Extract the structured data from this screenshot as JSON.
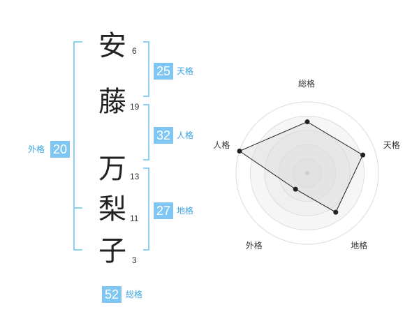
{
  "name": {
    "chars": [
      {
        "char": "安",
        "strokes": "6"
      },
      {
        "char": "藤",
        "strokes": "19"
      },
      {
        "char": "万",
        "strokes": "13"
      },
      {
        "char": "梨",
        "strokes": "11"
      },
      {
        "char": "子",
        "strokes": "3"
      }
    ]
  },
  "kaku": {
    "tenkaku": {
      "value": "25",
      "label": "天格"
    },
    "jinkaku": {
      "value": "32",
      "label": "人格"
    },
    "chikaku": {
      "value": "27",
      "label": "地格"
    },
    "gaikaku": {
      "value": "20",
      "label": "外格"
    },
    "soukaku": {
      "value": "52",
      "label": "総格"
    }
  },
  "colors": {
    "accent": "#7fc7f2",
    "bracket": "#8fd0f5"
  },
  "chart_data": {
    "type": "radar",
    "axes": [
      "総格",
      "天格",
      "地格",
      "外格",
      "人格"
    ],
    "values": [
      0.72,
      0.82,
      0.68,
      0.28,
      1.0
    ],
    "rmax": 1.0,
    "grid_levels": 5
  }
}
